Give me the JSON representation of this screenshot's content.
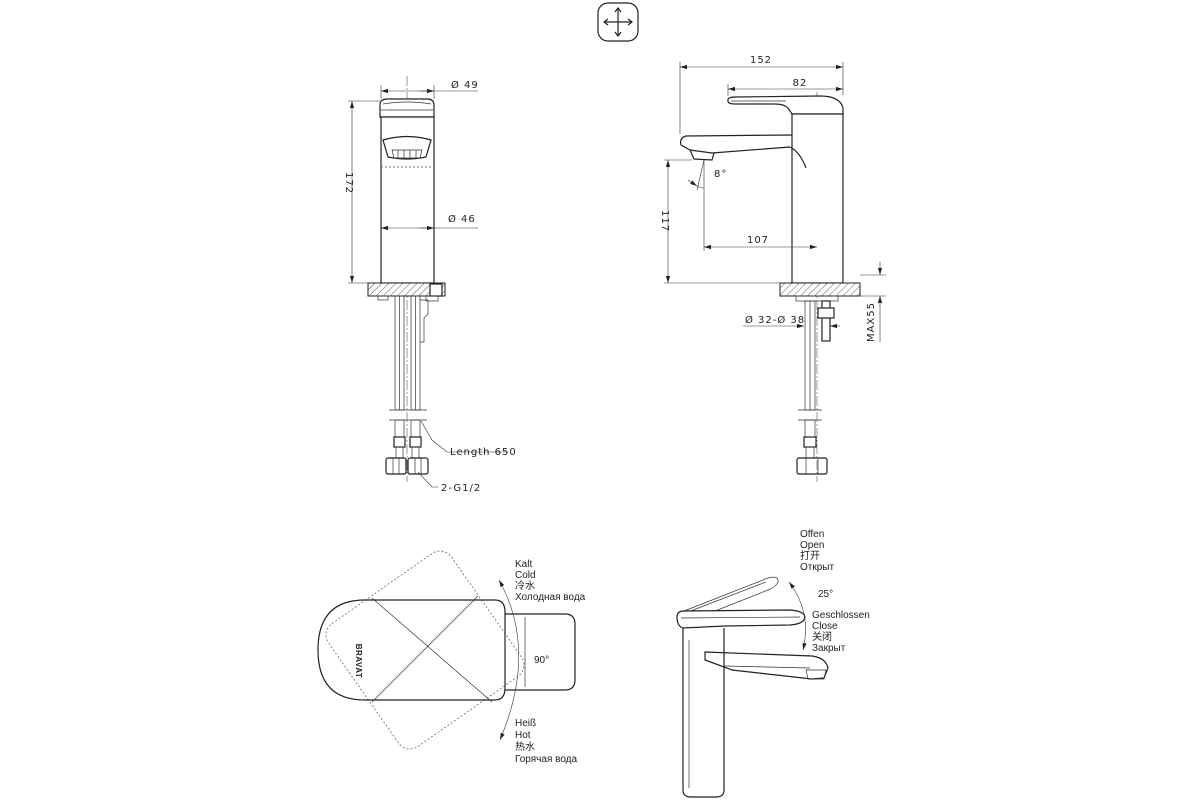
{
  "symbol": {
    "icon": "mixer-cross-icon"
  },
  "front_view": {
    "top_diameter": "Ø 49",
    "height": "172",
    "body_diameter": "Ø 46",
    "hose_length": "Length 650",
    "connection": "2-G1/2"
  },
  "side_view": {
    "overall_length": "152",
    "lever_length": "82",
    "spout_angle": "8°",
    "spout_height": "117",
    "spout_reach": "107",
    "max_mount_thickness": "MAX55",
    "mount_hole_diameter": "Ø 32-Ø 38"
  },
  "top_view": {
    "brand_logo": "BRAVAT",
    "cold_labels": [
      "Kalt",
      "Cold",
      "冷水",
      "Холодная вода"
    ],
    "rotation_angle": "90°",
    "hot_labels": [
      "Heiß",
      "Hot",
      "热水",
      "Горячая вода"
    ]
  },
  "lever_view": {
    "open_labels": [
      "Offen",
      "Open",
      "打开",
      "Открыт"
    ],
    "lever_angle": "25°",
    "close_labels": [
      "Geschlossen",
      "Close",
      "关闭",
      "Закрыт"
    ]
  }
}
